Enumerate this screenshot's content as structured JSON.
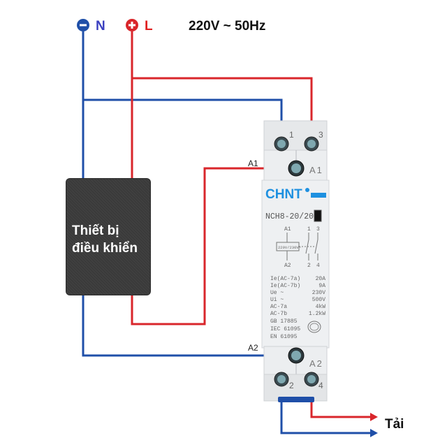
{
  "header": {
    "neutral_label": "N",
    "neutral_symbol": "minus",
    "live_label": "L",
    "live_symbol": "plus",
    "supply_spec": "220V ~ 50Hz"
  },
  "colors": {
    "neutral_wire": "#1f4fa8",
    "live_wire": "#d9262b",
    "neutral_label": "#3a3fc0",
    "live_label": "#e02020",
    "controller_bg": "#3a3a3a",
    "device_body": "#e8eaec",
    "brand_blue": "#1e90e0"
  },
  "controller": {
    "label_line1": "Thiết bị",
    "label_line2": "điều khiển"
  },
  "wire_labels": {
    "a1": "A1",
    "a2": "A2"
  },
  "device": {
    "brand": "CHNT",
    "model": "NCH8-20/20",
    "terminal_top_left": "1",
    "terminal_top_right": "3",
    "terminal_coil_top": "A1",
    "terminal_coil_bottom": "A2",
    "terminal_bottom_left": "2",
    "terminal_bottom_right": "4",
    "schematic": {
      "a1": "A1",
      "a2": "A2",
      "t1": "1",
      "t3": "3",
      "t2": "2",
      "t4": "4",
      "coil_rating": "220V/230V~"
    },
    "specs": [
      {
        "name": "Ie(AC-7a)",
        "value": "20A"
      },
      {
        "name": "Ie(AC-7b)",
        "value": "9A"
      },
      {
        "name": "Ue  ~",
        "value": "230V"
      },
      {
        "name": "Ui  ~",
        "value": "500V"
      },
      {
        "name": "AC-7a",
        "value": "4kW"
      },
      {
        "name": "AC-7b",
        "value": "1.2kW"
      }
    ],
    "standards": [
      "GB 17885",
      "IEC 61095",
      "EN 61095"
    ],
    "cert_mark": "CCC"
  },
  "load": {
    "label": "Tải"
  }
}
